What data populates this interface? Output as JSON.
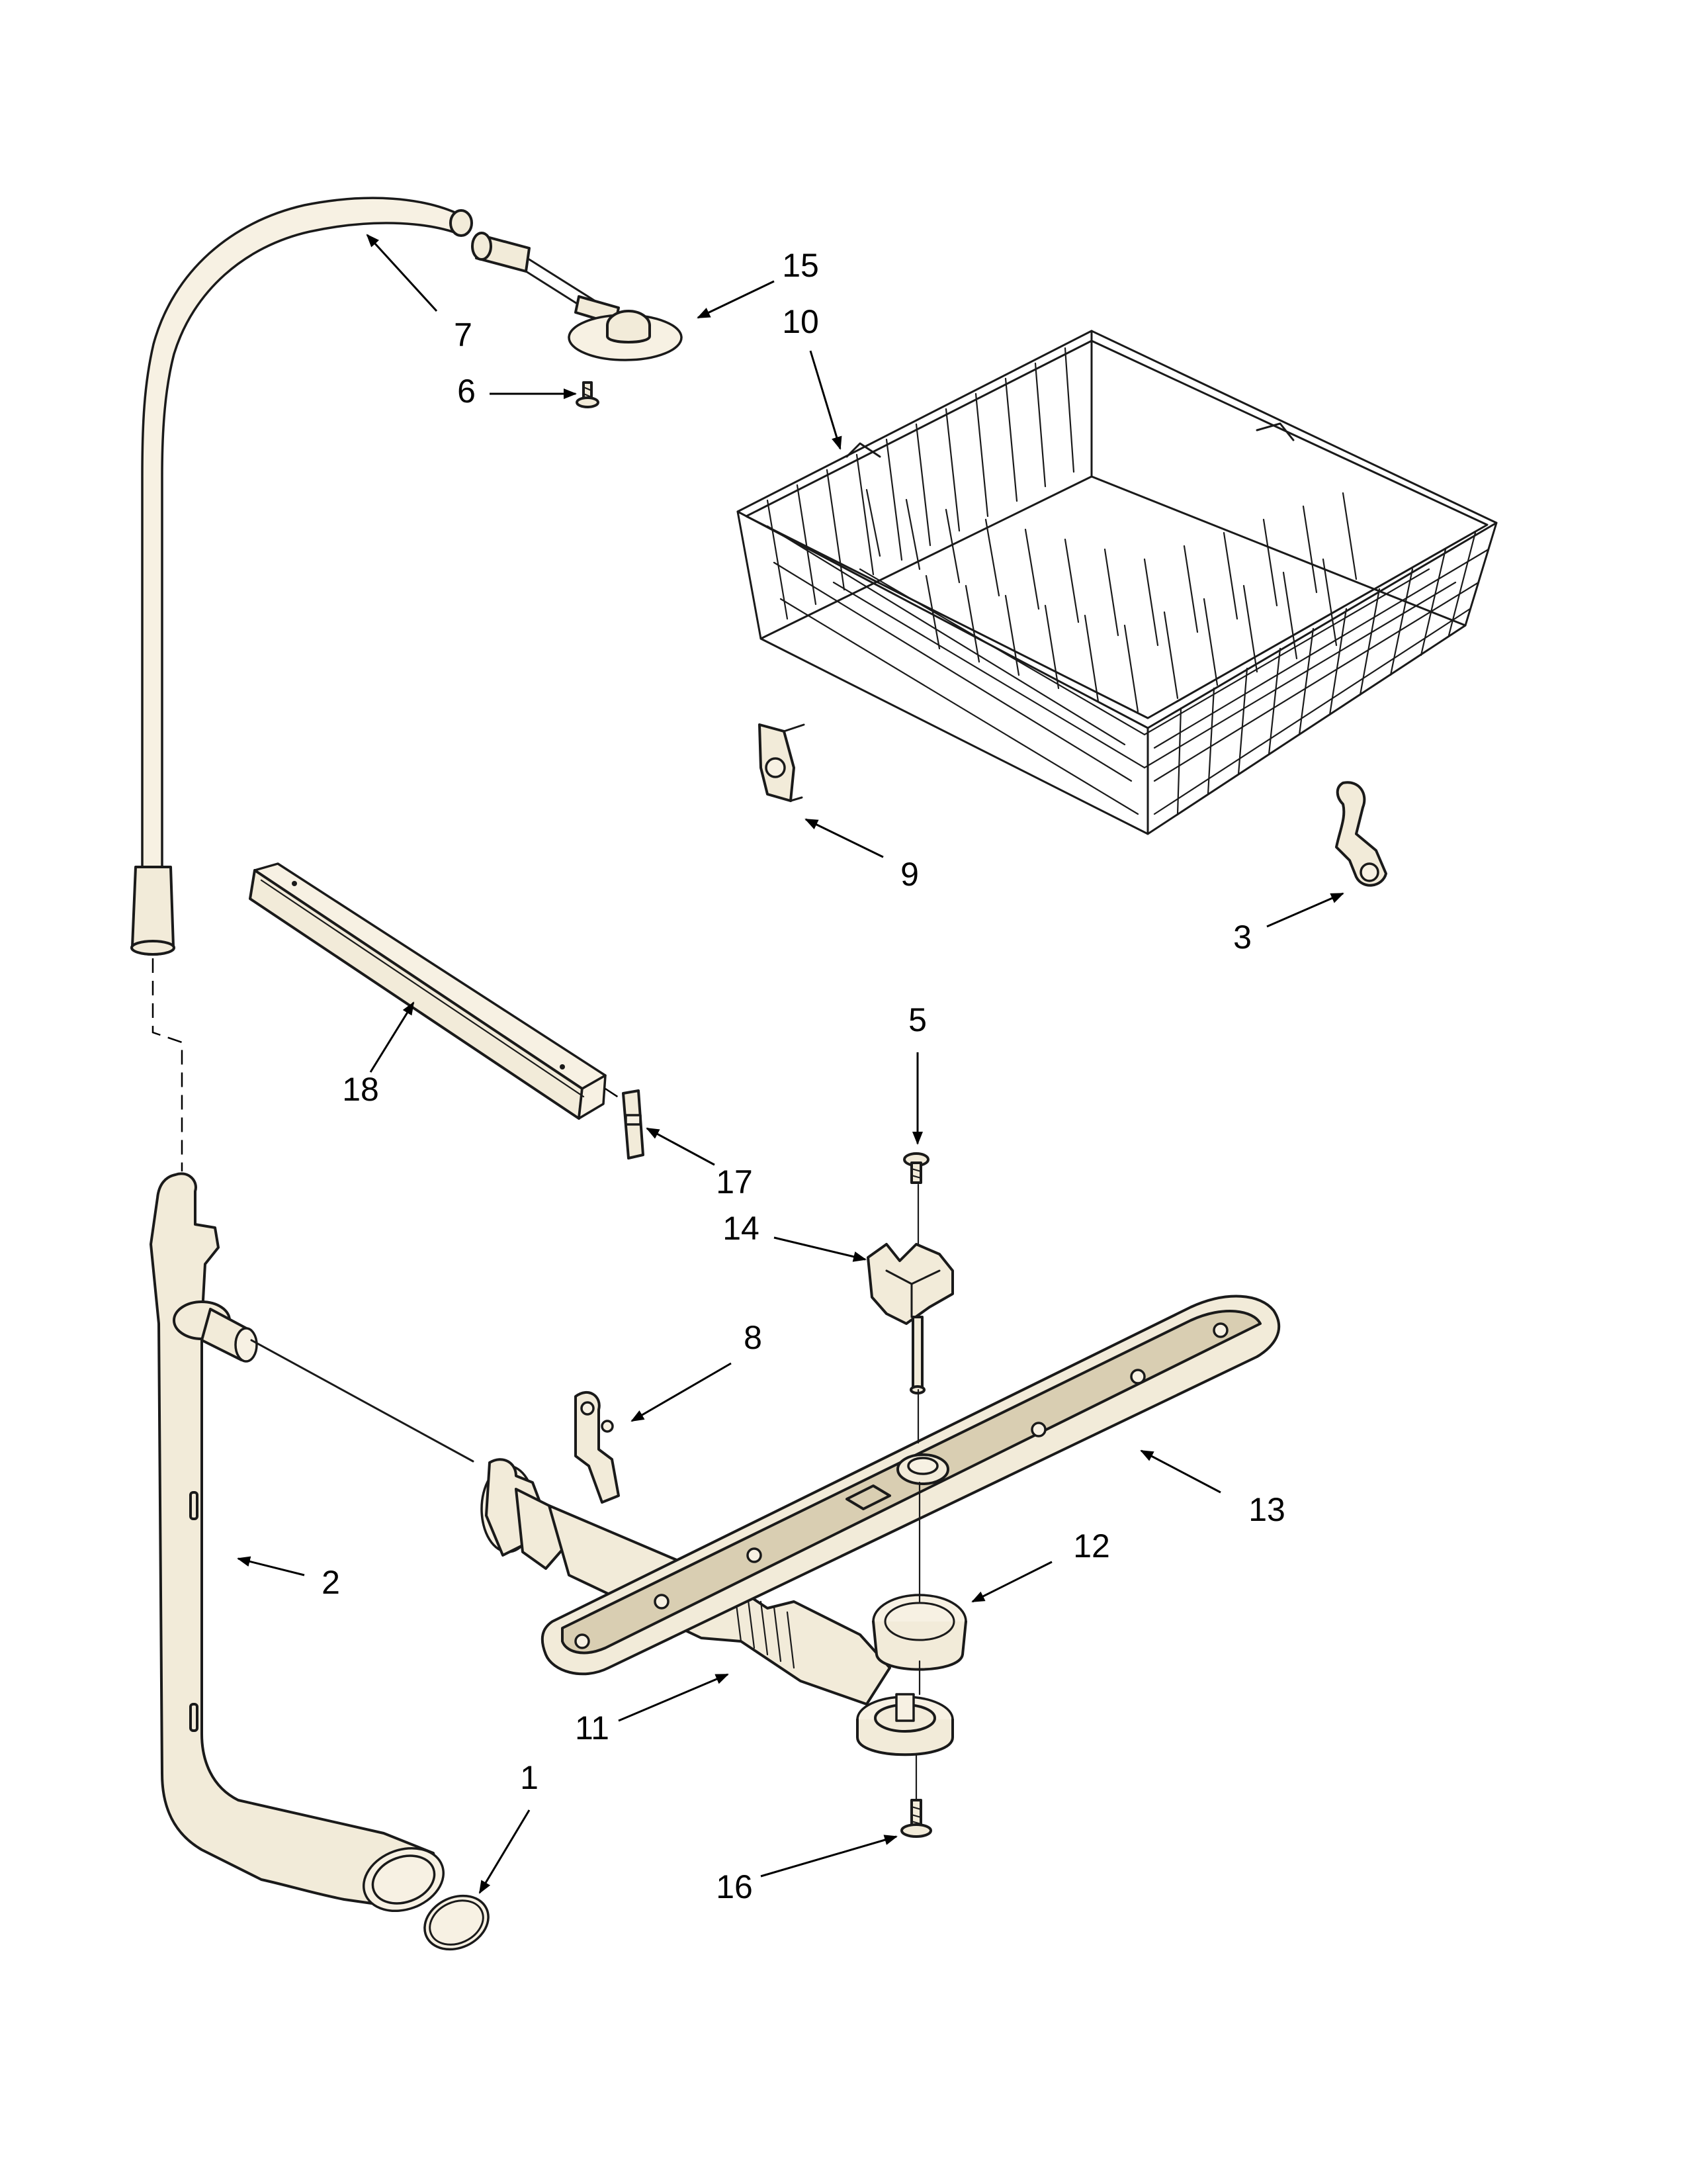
{
  "callouts": [
    {
      "id": "c1",
      "label": "1"
    },
    {
      "id": "c2",
      "label": "2"
    },
    {
      "id": "c3",
      "label": "3"
    },
    {
      "id": "c5",
      "label": "5"
    },
    {
      "id": "c6",
      "label": "6"
    },
    {
      "id": "c7",
      "label": "7"
    },
    {
      "id": "c8",
      "label": "8"
    },
    {
      "id": "c9",
      "label": "9"
    },
    {
      "id": "c10",
      "label": "10"
    },
    {
      "id": "c11",
      "label": "11"
    },
    {
      "id": "c12",
      "label": "12"
    },
    {
      "id": "c13",
      "label": "13"
    },
    {
      "id": "c14",
      "label": "14"
    },
    {
      "id": "c15",
      "label": "15"
    },
    {
      "id": "c16",
      "label": "16"
    },
    {
      "id": "c17",
      "label": "17"
    },
    {
      "id": "c18",
      "label": "18"
    }
  ],
  "colors": {
    "line": "#1a1a1a",
    "part_fill": "#f2ebd9",
    "background": "#ffffff"
  }
}
